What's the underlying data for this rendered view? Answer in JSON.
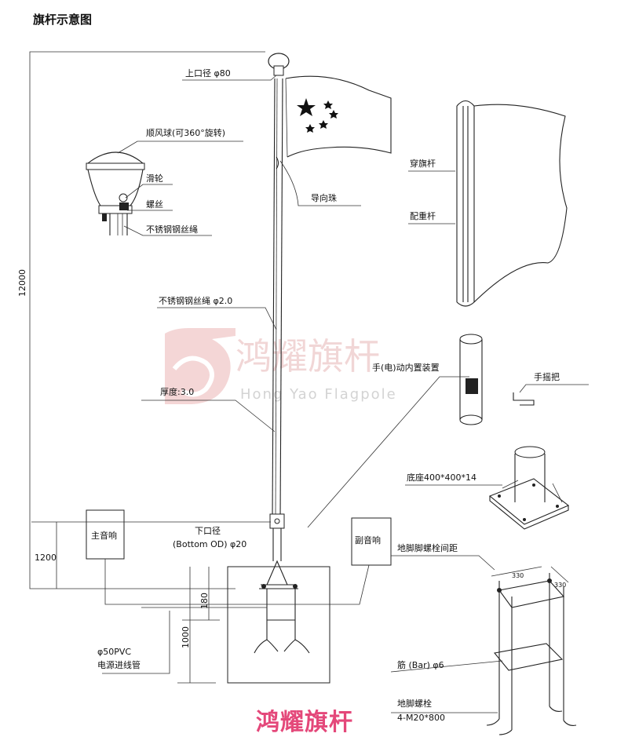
{
  "title": "旗杆示意图",
  "watermark": {
    "cn": "鸿耀旗杆",
    "en": "Hong Yao Flagpole"
  },
  "brand": {
    "text": "鸿耀旗杆",
    "color": "#e4487a"
  },
  "dimensions": {
    "total_height": "12000",
    "speaker_height": "1200",
    "base_depth": "1000",
    "base_top": "180",
    "anchor_spacing_a": "330",
    "anchor_spacing_b": "330"
  },
  "labels": {
    "top_diameter": "上口径 φ80",
    "wind_ball": "顺风球(可360°旋转)",
    "pulley": "滑轮",
    "screw": "螺丝",
    "steel_rope_small": "不锈钢钢丝绳",
    "guide_bead": "导向珠",
    "through_rod": "穿旗杆",
    "counterweight": "配重杆",
    "steel_rope": "不锈钢钢丝绳 φ2.0",
    "thickness": "厚度:3.0",
    "built_in_device": "手(电)动内置装置",
    "hand_crank": "手摇把",
    "base_plate": "底座400*400*14",
    "main_speaker": "主音响",
    "sub_speaker": "副音响",
    "bottom_dia_1": "下口径",
    "bottom_dia_2": "(Bottom OD) φ20",
    "anchor_spacing": "地脚脚螺栓间距",
    "pvc_1": "φ50PVC",
    "pvc_2": "电源进线管",
    "bar": "筋 (Bar) φ6",
    "anchor_bolt_1": "地脚螺栓",
    "anchor_bolt_2": "4-M20*800"
  }
}
